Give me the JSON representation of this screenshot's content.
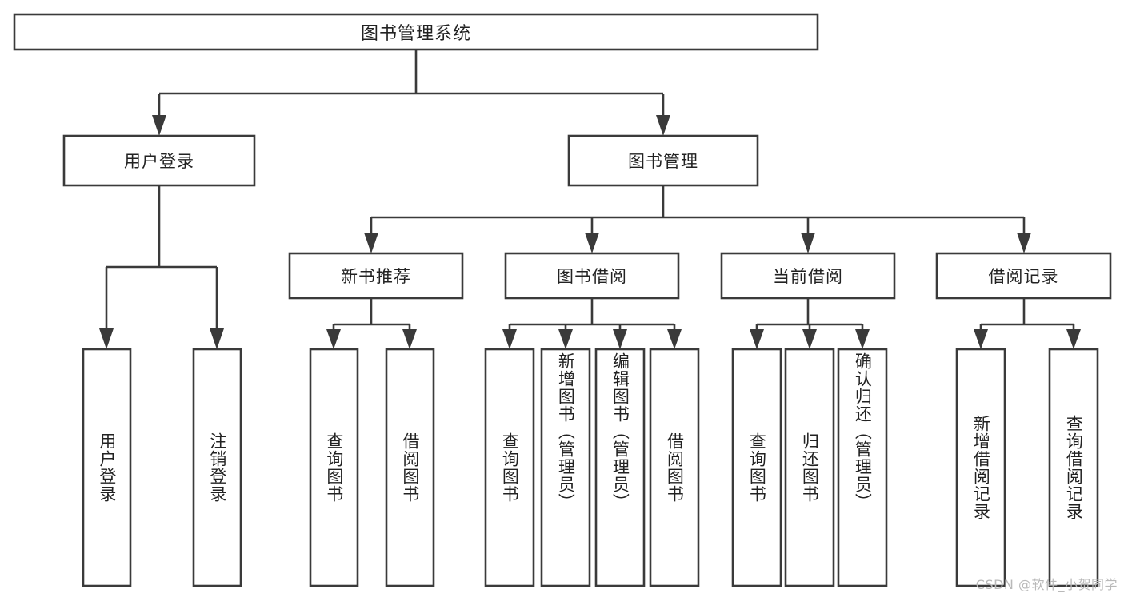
{
  "diagram": {
    "type": "tree-hierarchy",
    "title": "图书管理系统",
    "watermark": "CSDN @软件_小贺同学",
    "colors": {
      "stroke": "#3a3a3a",
      "fill": "#ffffff",
      "text": "#222222",
      "watermark": "#b9b9b9",
      "background": "#ffffff"
    },
    "levels": {
      "root": "图书管理系统",
      "level2": [
        "用户登录",
        "图书管理"
      ],
      "level3": [
        "新书推荐",
        "图书借阅",
        "当前借阅",
        "借阅记录"
      ]
    },
    "nodes": {
      "root": {
        "label": "图书管理系统",
        "orientation": "horizontal"
      },
      "user_login": {
        "label": "用户登录",
        "orientation": "horizontal"
      },
      "book_manage": {
        "label": "图书管理",
        "orientation": "horizontal"
      },
      "new_book_rec": {
        "label": "新书推荐",
        "orientation": "horizontal"
      },
      "book_borrow": {
        "label": "图书借阅",
        "orientation": "horizontal"
      },
      "current_borrow": {
        "label": "当前借阅",
        "orientation": "horizontal"
      },
      "borrow_record": {
        "label": "借阅记录",
        "orientation": "horizontal"
      },
      "leaf_user_login": {
        "label": "用户登录",
        "orientation": "vertical"
      },
      "leaf_logout": {
        "label": "注销登录",
        "orientation": "vertical"
      },
      "leaf_query_book_1": {
        "label": "查询图书",
        "orientation": "vertical"
      },
      "leaf_borrow_book_1": {
        "label": "借阅图书",
        "orientation": "vertical"
      },
      "leaf_query_book_2": {
        "label": "查询图书",
        "orientation": "vertical"
      },
      "leaf_add_book": {
        "label": "新增图书（管理员）",
        "orientation": "vertical"
      },
      "leaf_edit_book": {
        "label": "编辑图书（管理员）",
        "orientation": "vertical"
      },
      "leaf_borrow_book_2": {
        "label": "借阅图书",
        "orientation": "vertical"
      },
      "leaf_query_book_3": {
        "label": "查询图书",
        "orientation": "vertical"
      },
      "leaf_return_book": {
        "label": "归还图书",
        "orientation": "vertical"
      },
      "leaf_confirm_return": {
        "label": "确认归还（管理员）",
        "orientation": "vertical"
      },
      "leaf_add_record": {
        "label": "新增借阅记录",
        "orientation": "vertical"
      },
      "leaf_query_record": {
        "label": "查询借阅记录",
        "orientation": "vertical"
      }
    },
    "edges": [
      {
        "from": "root",
        "to": "user_login"
      },
      {
        "from": "root",
        "to": "book_manage"
      },
      {
        "from": "user_login",
        "to": "leaf_user_login"
      },
      {
        "from": "user_login",
        "to": "leaf_logout"
      },
      {
        "from": "book_manage",
        "to": "new_book_rec"
      },
      {
        "from": "book_manage",
        "to": "book_borrow"
      },
      {
        "from": "book_manage",
        "to": "current_borrow"
      },
      {
        "from": "book_manage",
        "to": "borrow_record"
      },
      {
        "from": "new_book_rec",
        "to": "leaf_query_book_1"
      },
      {
        "from": "new_book_rec",
        "to": "leaf_borrow_book_1"
      },
      {
        "from": "book_borrow",
        "to": "leaf_query_book_2"
      },
      {
        "from": "book_borrow",
        "to": "leaf_add_book"
      },
      {
        "from": "book_borrow",
        "to": "leaf_edit_book"
      },
      {
        "from": "book_borrow",
        "to": "leaf_borrow_book_2"
      },
      {
        "from": "current_borrow",
        "to": "leaf_query_book_3"
      },
      {
        "from": "current_borrow",
        "to": "leaf_return_book"
      },
      {
        "from": "current_borrow",
        "to": "leaf_confirm_return"
      },
      {
        "from": "borrow_record",
        "to": "leaf_add_record"
      },
      {
        "from": "borrow_record",
        "to": "leaf_query_record"
      }
    ]
  }
}
